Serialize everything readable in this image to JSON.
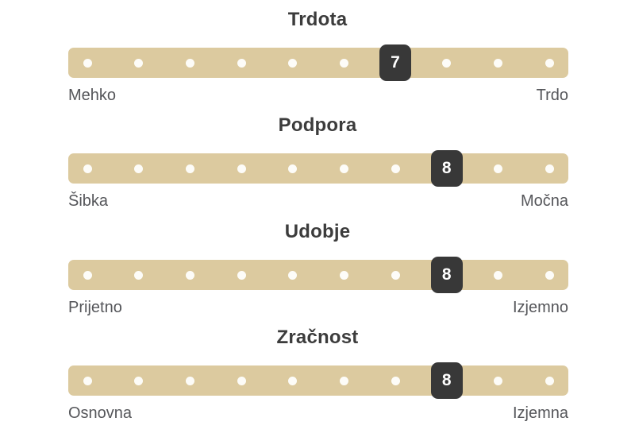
{
  "panel": {
    "background_color": "#ffffff",
    "track_color": "#dcca9f",
    "dot_color": "#fdfcf8",
    "marker_color": "#383838",
    "marker_text_color": "#ffffff",
    "title_color": "#3c3c3c",
    "label_color": "#55565a"
  },
  "chart_data": {
    "type": "bar",
    "title": "",
    "xlabel": "",
    "ylabel": "",
    "scale_min": 1,
    "scale_max": 10,
    "steps": 10,
    "grid": false,
    "legend": "none",
    "categories": [
      "Trdota",
      "Podpora",
      "Udobje",
      "Zračnost"
    ],
    "values": [
      7,
      8,
      8,
      8
    ],
    "endpoint_low": [
      "Mehko",
      "Šibka",
      "Prijetno",
      "Osnovna"
    ],
    "endpoint_high": [
      "Trdo",
      "Močna",
      "Izjemno",
      "Izjemna"
    ]
  },
  "sliders": [
    {
      "title": "Trdota",
      "value": "7",
      "value_index": 7,
      "label_low": "Mehko",
      "label_high": "Trdo"
    },
    {
      "title": "Podpora",
      "value": "8",
      "value_index": 8,
      "label_low": "Šibka",
      "label_high": "Močna"
    },
    {
      "title": "Udobje",
      "value": "8",
      "value_index": 8,
      "label_low": "Prijetno",
      "label_high": "Izjemno"
    },
    {
      "title": "Zračnost",
      "value": "8",
      "value_index": 8,
      "label_low": "Osnovna",
      "label_high": "Izjemna"
    }
  ]
}
